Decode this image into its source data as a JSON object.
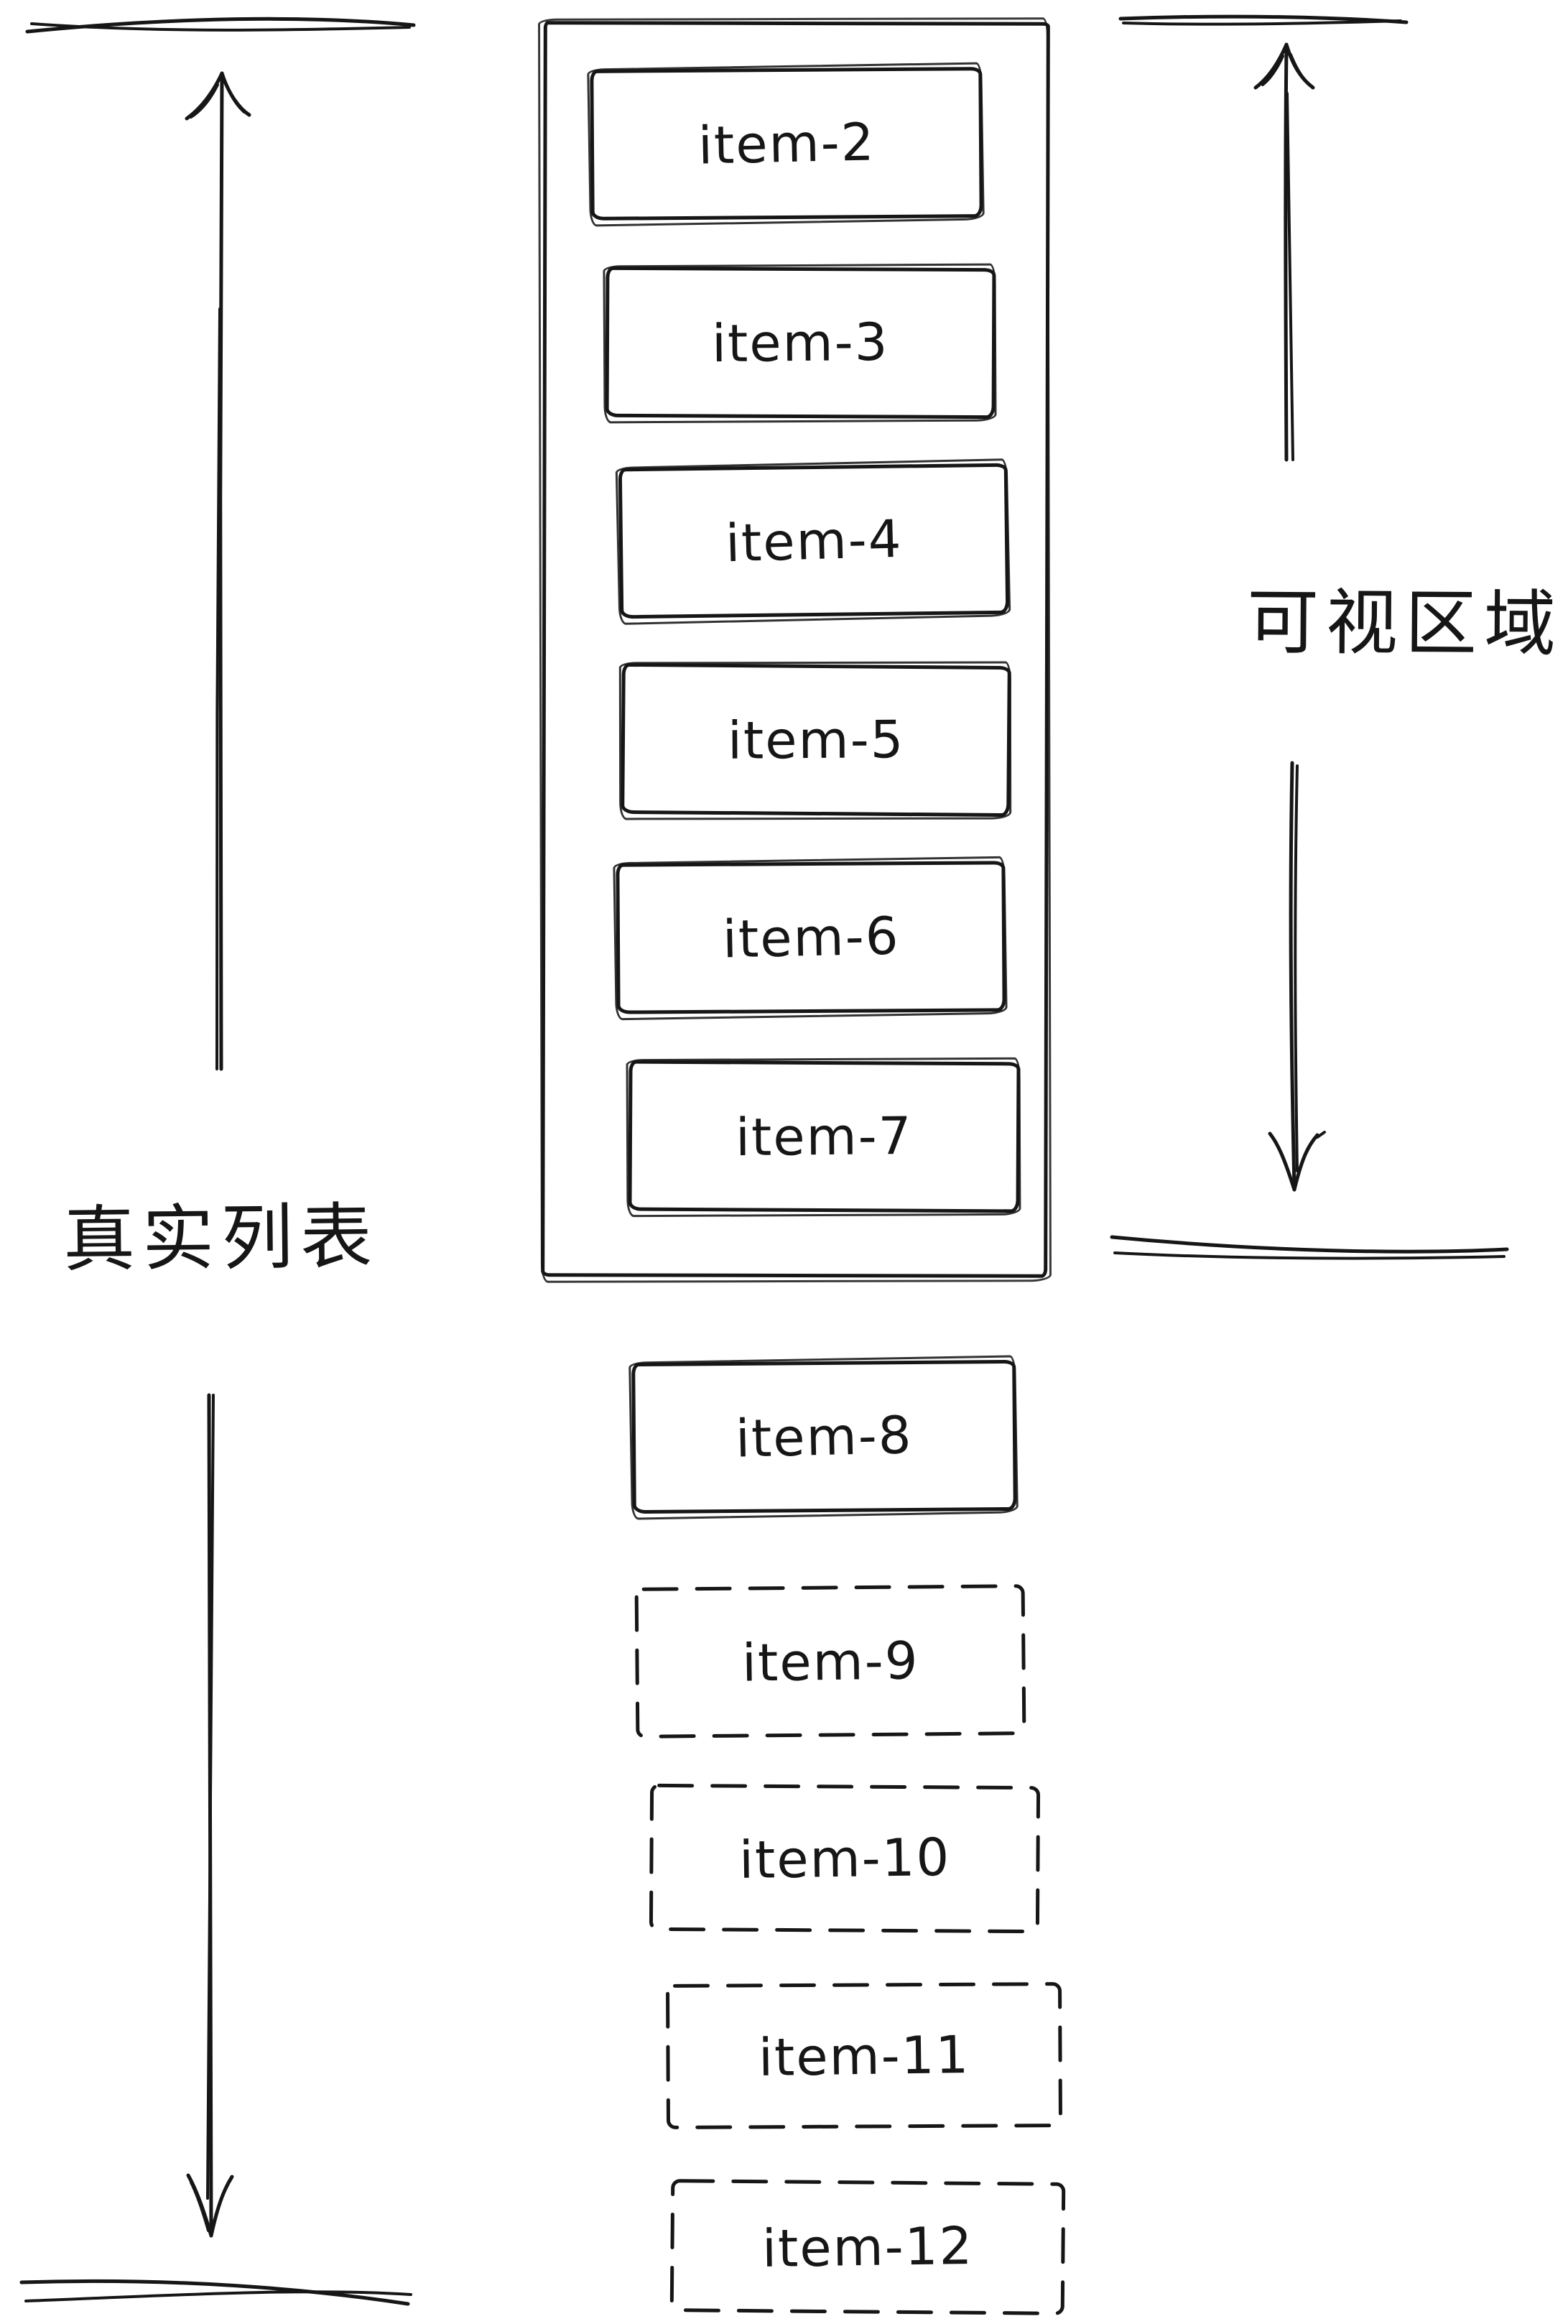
{
  "labels": {
    "real_list": "真实列表",
    "viewport": "可视区域"
  },
  "items": [
    {
      "label": "item-2",
      "border": "solid",
      "in_viewport": true
    },
    {
      "label": "item-3",
      "border": "solid",
      "in_viewport": true
    },
    {
      "label": "item-4",
      "border": "solid",
      "in_viewport": true
    },
    {
      "label": "item-5",
      "border": "solid",
      "in_viewport": true
    },
    {
      "label": "item-6",
      "border": "solid",
      "in_viewport": true
    },
    {
      "label": "item-7",
      "border": "solid",
      "in_viewport": true
    },
    {
      "label": "item-8",
      "border": "solid",
      "in_viewport": false
    },
    {
      "label": "item-9",
      "border": "dashed",
      "in_viewport": false
    },
    {
      "label": "item-10",
      "border": "dashed",
      "in_viewport": false
    },
    {
      "label": "item-11",
      "border": "dashed",
      "in_viewport": false
    },
    {
      "label": "item-12",
      "border": "dashed",
      "in_viewport": false
    }
  ],
  "colors": {
    "ink": "#161616",
    "background": "#ffffff"
  }
}
